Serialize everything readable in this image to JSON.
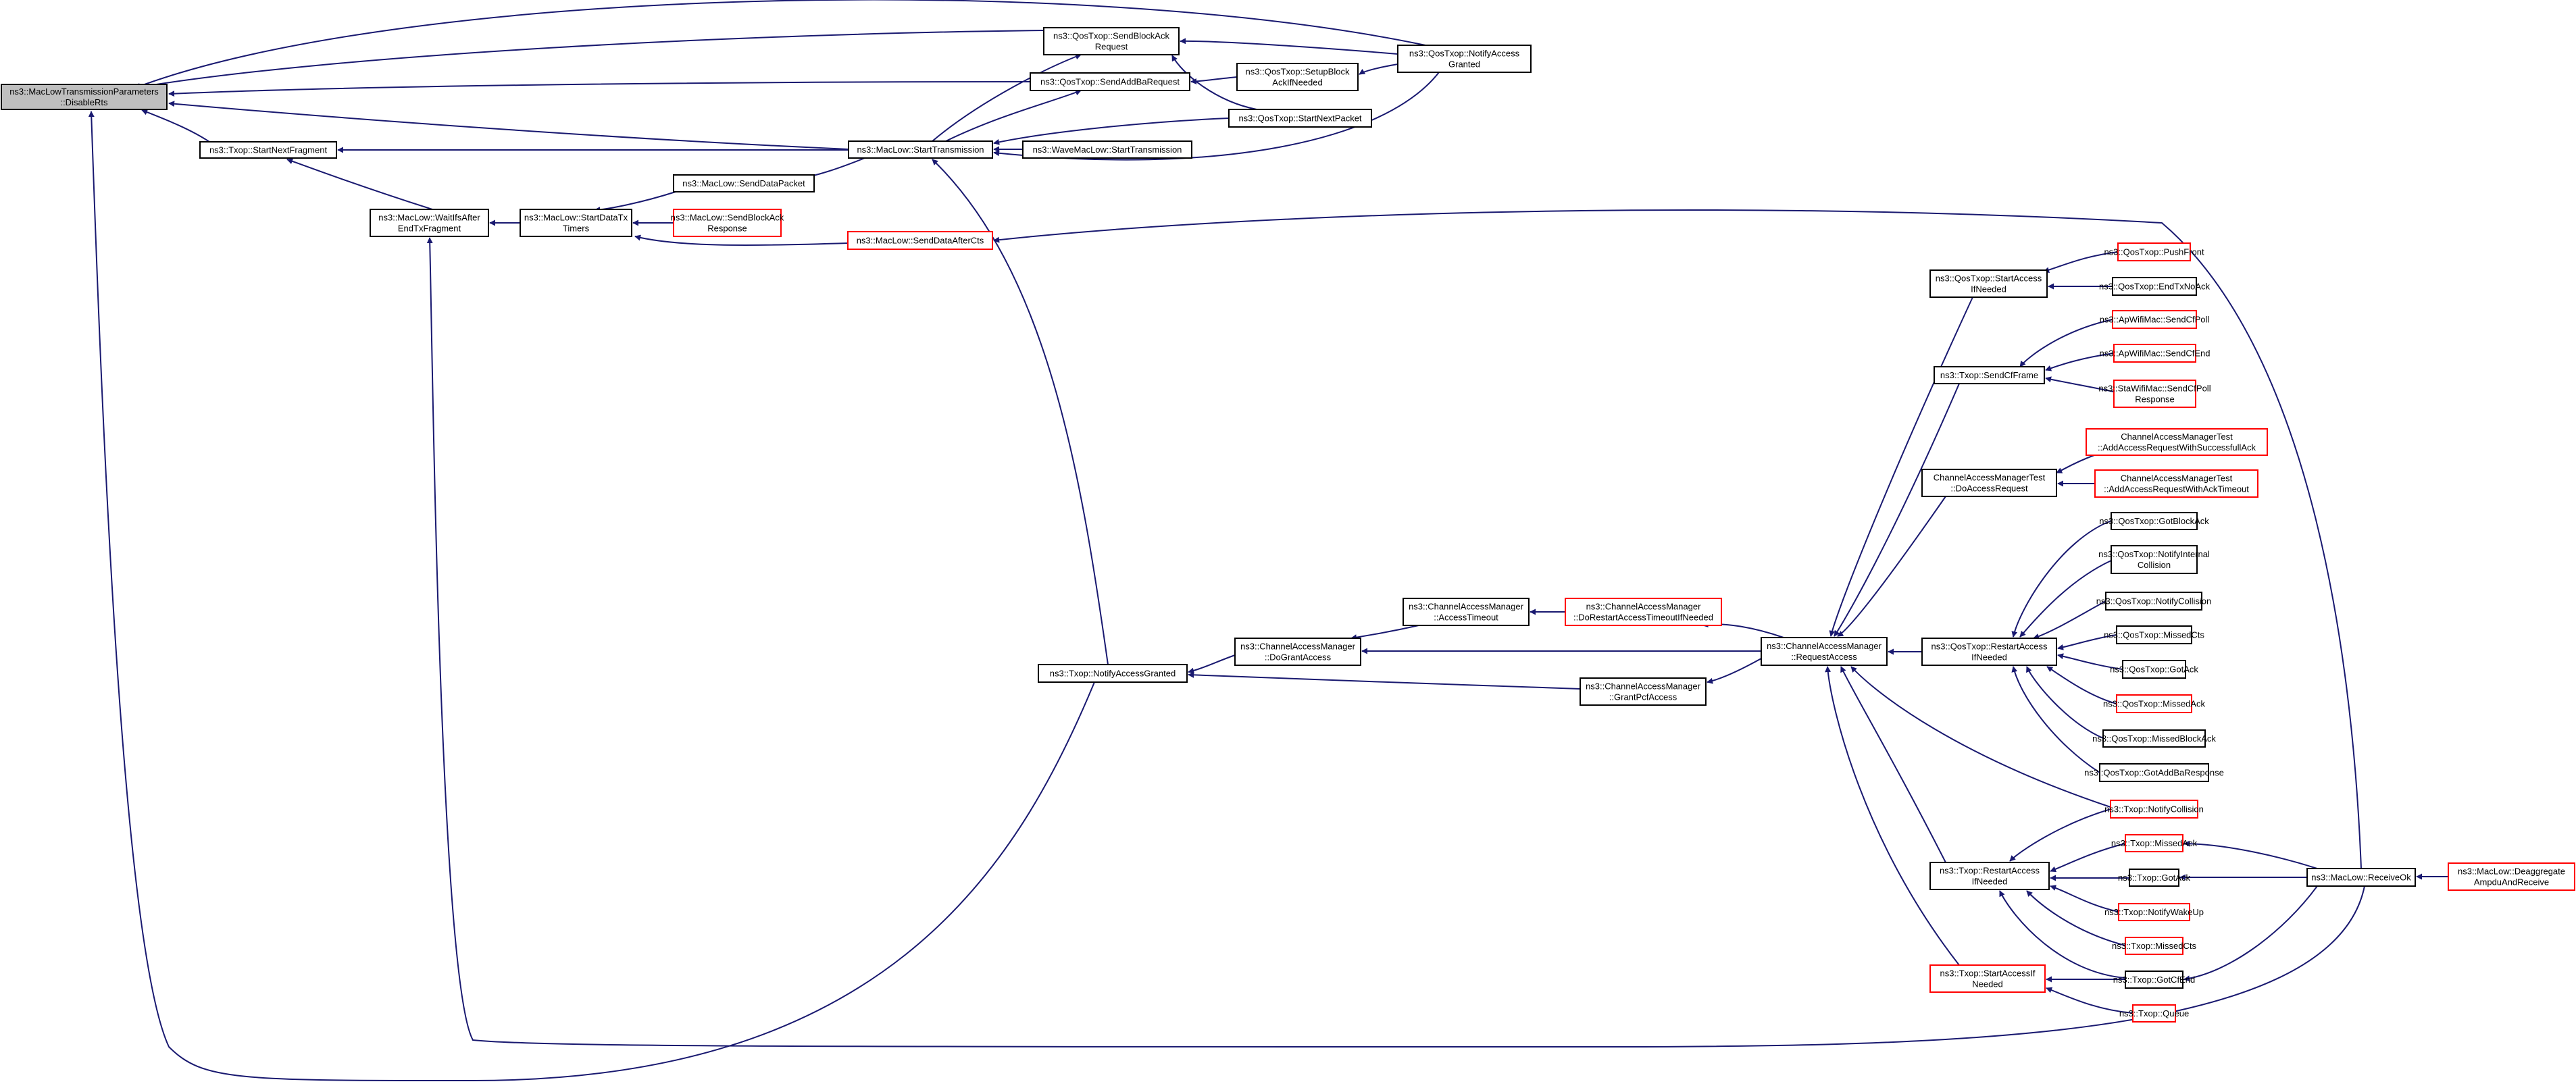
{
  "colors": {
    "edge": "#191970",
    "node_border": "#000000",
    "node_border_unresolved": "#ff0000",
    "root_fill": "#bfbfbf"
  },
  "nodes": [
    {
      "id": "root",
      "lines": [
        "ns3::MacLowTransmissionParameters",
        "::DisableRts"
      ]
    },
    {
      "id": "txop_startnextfragment",
      "lines": [
        "ns3::Txop::StartNextFragment"
      ]
    },
    {
      "id": "maclow_waitifsafter",
      "lines": [
        "ns3::MacLow::WaitIfsAfter",
        "EndTxFragment"
      ]
    },
    {
      "id": "maclow_startdatatxtimers",
      "lines": [
        "ns3::MacLow::StartDataTx",
        "Timers"
      ]
    },
    {
      "id": "maclow_senddatapacket",
      "lines": [
        "ns3::MacLow::SendDataPacket"
      ]
    },
    {
      "id": "maclow_sendblockackresponse",
      "lines": [
        "ns3::MacLow::SendBlockAck",
        "Response"
      ],
      "red": true
    },
    {
      "id": "maclow_senddataaftercts",
      "lines": [
        "ns3::MacLow::SendDataAfterCts"
      ],
      "red": true
    },
    {
      "id": "qostxop_sendblockackrequest",
      "lines": [
        "ns3::QosTxop::SendBlockAck",
        "Request"
      ]
    },
    {
      "id": "qostxop_sendaddbarequest",
      "lines": [
        "ns3::QosTxop::SendAddBaRequest"
      ]
    },
    {
      "id": "maclow_starttransmission",
      "lines": [
        "ns3::MacLow::StartTransmission"
      ]
    },
    {
      "id": "wavemaclow_starttransmission",
      "lines": [
        "ns3::WaveMacLow::StartTransmission"
      ]
    },
    {
      "id": "qostxop_setupblockack",
      "lines": [
        "ns3::QosTxop::SetupBlock",
        "AckIfNeeded"
      ]
    },
    {
      "id": "qostxop_startnextpacket",
      "lines": [
        "ns3::QosTxop::StartNextPacket"
      ]
    },
    {
      "id": "qostxop_notifyaccessgranted",
      "lines": [
        "ns3::QosTxop::NotifyAccess",
        "Granted"
      ]
    },
    {
      "id": "txop_notifyaccessgranted",
      "lines": [
        "ns3::Txop::NotifyAccessGranted"
      ]
    },
    {
      "id": "cam_dograntaccess",
      "lines": [
        "ns3::ChannelAccessManager",
        "::DoGrantAccess"
      ]
    },
    {
      "id": "cam_accesstimeout",
      "lines": [
        "ns3::ChannelAccessManager",
        "::AccessTimeout"
      ]
    },
    {
      "id": "cam_dorestartaccesstimeout",
      "lines": [
        "ns3::ChannelAccessManager",
        "::DoRestartAccessTimeoutIfNeeded"
      ],
      "red": true
    },
    {
      "id": "cam_grantpcfaccess",
      "lines": [
        "ns3::ChannelAccessManager",
        "::GrantPcfAccess"
      ]
    },
    {
      "id": "cam_requestaccess",
      "lines": [
        "ns3::ChannelAccessManager",
        "::RequestAccess"
      ]
    },
    {
      "id": "qostxop_startaccessifneeded",
      "lines": [
        "ns3::QosTxop::StartAccess",
        "IfNeeded"
      ]
    },
    {
      "id": "qostxop_pushfront",
      "lines": [
        "ns3::QosTxop::PushFront"
      ],
      "red": true
    },
    {
      "id": "qostxop_endtxnoack",
      "lines": [
        "ns3::QosTxop::EndTxNoAck"
      ]
    },
    {
      "id": "txop_sendcfframe",
      "lines": [
        "ns3::Txop::SendCfFrame"
      ]
    },
    {
      "id": "apwifimac_sendcfpoll",
      "lines": [
        "ns3::ApWifiMac::SendCfPoll"
      ],
      "red": true
    },
    {
      "id": "apwifimac_sendcfend",
      "lines": [
        "ns3::ApWifiMac::SendCfEnd"
      ],
      "red": true
    },
    {
      "id": "stawifimac_sendcfpollresponse",
      "lines": [
        "ns3::StaWifiMac::SendCfPoll",
        "Response"
      ],
      "red": true
    },
    {
      "id": "camtest_doaccessrequest",
      "lines": [
        "ChannelAccessManagerTest",
        "::DoAccessRequest"
      ]
    },
    {
      "id": "camtest_addaccesssuccessful",
      "lines": [
        "ChannelAccessManagerTest",
        "::AddAccessRequestWithSuccessfullAck"
      ],
      "red": true
    },
    {
      "id": "camtest_addaccessacktimeout",
      "lines": [
        "ChannelAccessManagerTest",
        "::AddAccessRequestWithAckTimeout"
      ],
      "red": true
    },
    {
      "id": "qostxop_restartaccessifneeded",
      "lines": [
        "ns3::QosTxop::RestartAccess",
        "IfNeeded"
      ]
    },
    {
      "id": "qostxop_gotblockack",
      "lines": [
        "ns3::QosTxop::GotBlockAck"
      ]
    },
    {
      "id": "qostxop_notifyinternalcollision",
      "lines": [
        "ns3::QosTxop::NotifyInternal",
        "Collision"
      ]
    },
    {
      "id": "qostxop_notifycollision",
      "lines": [
        "ns3::QosTxop::NotifyCollision"
      ]
    },
    {
      "id": "qostxop_missedcts",
      "lines": [
        "ns3::QosTxop::MissedCts"
      ]
    },
    {
      "id": "qostxop_gotack",
      "lines": [
        "ns3::QosTxop::GotAck"
      ]
    },
    {
      "id": "qostxop_missedack",
      "lines": [
        "ns3::QosTxop::MissedAck"
      ],
      "red": true
    },
    {
      "id": "qostxop_missedblockack",
      "lines": [
        "ns3::QosTxop::MissedBlockAck"
      ]
    },
    {
      "id": "qostxop_gotaddbaresponse",
      "lines": [
        "ns3::QosTxop::GotAddBaResponse"
      ]
    },
    {
      "id": "txop_notifycollision",
      "lines": [
        "ns3::Txop::NotifyCollision"
      ],
      "red": true
    },
    {
      "id": "txop_restartaccessifneeded",
      "lines": [
        "ns3::Txop::RestartAccess",
        "IfNeeded"
      ]
    },
    {
      "id": "txop_missedack",
      "lines": [
        "ns3::Txop::MissedAck"
      ],
      "red": true
    },
    {
      "id": "txop_gotack",
      "lines": [
        "ns3::Txop::GotAck"
      ]
    },
    {
      "id": "txop_notifywakeup",
      "lines": [
        "ns3::Txop::NotifyWakeUp"
      ],
      "red": true
    },
    {
      "id": "txop_missedcts",
      "lines": [
        "ns3::Txop::MissedCts"
      ],
      "red": true
    },
    {
      "id": "txop_gotcfend",
      "lines": [
        "ns3::Txop::GotCfEnd"
      ]
    },
    {
      "id": "txop_startaccessifneeded",
      "lines": [
        "ns3::Txop::StartAccessIf",
        "Needed"
      ],
      "red": true
    },
    {
      "id": "txop_queue",
      "lines": [
        "ns3::Txop::Queue"
      ],
      "red": true
    },
    {
      "id": "maclow_receiveok",
      "lines": [
        "ns3::MacLow::ReceiveOk"
      ]
    },
    {
      "id": "maclow_deaggregate",
      "lines": [
        "ns3::MacLow::Deaggregate",
        "AmpduAndReceive"
      ],
      "red": true
    }
  ],
  "edges": [
    [
      "txop_startnextfragment",
      "root"
    ],
    [
      "maclow_waitifsafter",
      "txop_startnextfragment"
    ],
    [
      "maclow_startdatatxtimers",
      "maclow_waitifsafter"
    ],
    [
      "maclow_senddatapacket",
      "maclow_startdatatxtimers"
    ],
    [
      "maclow_sendblockackresponse",
      "maclow_startdatatxtimers"
    ],
    [
      "maclow_senddataaftercts",
      "maclow_startdatatxtimers"
    ],
    [
      "qostxop_sendblockackrequest",
      "root"
    ],
    [
      "qostxop_sendaddbarequest",
      "root"
    ],
    [
      "maclow_starttransmission",
      "root"
    ],
    [
      "qostxop_notifyaccessgranted",
      "root"
    ],
    [
      "maclow_starttransmission",
      "txop_startnextfragment"
    ],
    [
      "maclow_starttransmission",
      "maclow_senddatapacket"
    ],
    [
      "maclow_starttransmission",
      "qostxop_sendblockackrequest"
    ],
    [
      "maclow_starttransmission",
      "qostxop_sendaddbarequest"
    ],
    [
      "wavemaclow_starttransmission",
      "maclow_starttransmission"
    ],
    [
      "qostxop_setupblockack",
      "qostxop_sendaddbarequest"
    ],
    [
      "qostxop_startnextpacket",
      "qostxop_sendblockackrequest"
    ],
    [
      "qostxop_startnextpacket",
      "maclow_starttransmission"
    ],
    [
      "qostxop_notifyaccessgranted",
      "qostxop_sendblockackrequest"
    ],
    [
      "qostxop_notifyaccessgranted",
      "qostxop_setupblockack"
    ],
    [
      "qostxop_notifyaccessgranted",
      "maclow_starttransmission"
    ],
    [
      "txop_notifyaccessgranted",
      "maclow_starttransmission"
    ],
    [
      "txop_notifyaccessgranted",
      "root"
    ],
    [
      "cam_dograntaccess",
      "txop_notifyaccessgranted"
    ],
    [
      "cam_grantpcfaccess",
      "txop_notifyaccessgranted"
    ],
    [
      "cam_accesstimeout",
      "cam_dograntaccess"
    ],
    [
      "cam_dorestartaccesstimeout",
      "cam_accesstimeout"
    ],
    [
      "cam_requestaccess",
      "cam_dorestartaccesstimeout"
    ],
    [
      "cam_requestaccess",
      "cam_dograntaccess"
    ],
    [
      "cam_requestaccess",
      "cam_grantpcfaccess"
    ],
    [
      "qostxop_startaccessifneeded",
      "cam_requestaccess"
    ],
    [
      "txop_sendcfframe",
      "cam_requestaccess"
    ],
    [
      "camtest_doaccessrequest",
      "cam_requestaccess"
    ],
    [
      "qostxop_restartaccessifneeded",
      "cam_requestaccess"
    ],
    [
      "txop_notifycollision",
      "cam_requestaccess"
    ],
    [
      "txop_restartaccessifneeded",
      "cam_requestaccess"
    ],
    [
      "txop_startaccessifneeded",
      "cam_requestaccess"
    ],
    [
      "qostxop_pushfront",
      "qostxop_startaccessifneeded"
    ],
    [
      "qostxop_endtxnoack",
      "qostxop_startaccessifneeded"
    ],
    [
      "apwifimac_sendcfpoll",
      "txop_sendcfframe"
    ],
    [
      "apwifimac_sendcfend",
      "txop_sendcfframe"
    ],
    [
      "stawifimac_sendcfpollresponse",
      "txop_sendcfframe"
    ],
    [
      "camtest_addaccesssuccessful",
      "camtest_doaccessrequest"
    ],
    [
      "camtest_addaccessacktimeout",
      "camtest_doaccessrequest"
    ],
    [
      "qostxop_gotblockack",
      "qostxop_restartaccessifneeded"
    ],
    [
      "qostxop_notifyinternalcollision",
      "qostxop_restartaccessifneeded"
    ],
    [
      "qostxop_notifycollision",
      "qostxop_restartaccessifneeded"
    ],
    [
      "qostxop_missedcts",
      "qostxop_restartaccessifneeded"
    ],
    [
      "qostxop_gotack",
      "qostxop_restartaccessifneeded"
    ],
    [
      "qostxop_missedack",
      "qostxop_restartaccessifneeded"
    ],
    [
      "qostxop_missedblockack",
      "qostxop_restartaccessifneeded"
    ],
    [
      "qostxop_gotaddbaresponse",
      "qostxop_restartaccessifneeded"
    ],
    [
      "txop_notifycollision",
      "txop_restartaccessifneeded"
    ],
    [
      "txop_missedack",
      "txop_restartaccessifneeded"
    ],
    [
      "txop_gotack",
      "txop_restartaccessifneeded"
    ],
    [
      "txop_notifywakeup",
      "txop_restartaccessifneeded"
    ],
    [
      "txop_missedcts",
      "txop_restartaccessifneeded"
    ],
    [
      "txop_gotcfend",
      "txop_restartaccessifneeded"
    ],
    [
      "txop_gotcfend",
      "txop_startaccessifneeded"
    ],
    [
      "txop_queue",
      "txop_startaccessifneeded"
    ],
    [
      "maclow_receiveok",
      "txop_missedack"
    ],
    [
      "maclow_receiveok",
      "txop_gotack"
    ],
    [
      "maclow_receiveok",
      "txop_gotcfend"
    ],
    [
      "maclow_receiveok",
      "maclow_senddataaftercts"
    ],
    [
      "maclow_receiveok",
      "maclow_waitifsafter"
    ],
    [
      "maclow_deaggregate",
      "maclow_receiveok"
    ]
  ]
}
